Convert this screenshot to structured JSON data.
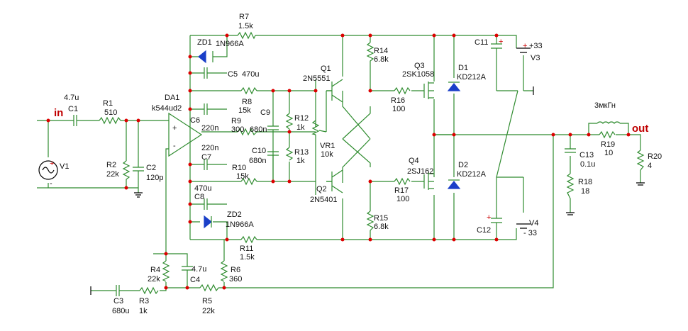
{
  "ports": {
    "input": "in",
    "output": "out"
  },
  "components": {
    "R1": {
      "ref": "R1",
      "value": "510"
    },
    "R2": {
      "ref": "R2",
      "value": "22k"
    },
    "R3": {
      "ref": "R3",
      "value": "1k"
    },
    "R4": {
      "ref": "R4",
      "value": "22k"
    },
    "R5": {
      "ref": "R5",
      "value": "22k"
    },
    "R6": {
      "ref": "R6",
      "value": "360"
    },
    "R7": {
      "ref": "R7",
      "value": "1.5k"
    },
    "R8": {
      "ref": "R8",
      "value": "15k"
    },
    "R9": {
      "ref": "R9",
      "value": "300"
    },
    "R10": {
      "ref": "R10",
      "value": "15k"
    },
    "R11": {
      "ref": "R11",
      "value": "1.5k"
    },
    "R12": {
      "ref": "R12",
      "value": "1k"
    },
    "R13": {
      "ref": "R13",
      "value": "1k"
    },
    "R14": {
      "ref": "R14",
      "value": "6.8k"
    },
    "R15": {
      "ref": "R15",
      "value": "6.8k"
    },
    "R16": {
      "ref": "R16",
      "value": "100"
    },
    "R17": {
      "ref": "R17",
      "value": "100"
    },
    "R18": {
      "ref": "R18",
      "value": "18"
    },
    "R19": {
      "ref": "R19",
      "value": "10"
    },
    "R20": {
      "ref": "R20",
      "value": "4"
    },
    "VR1": {
      "ref": "VR1",
      "value": "10k"
    },
    "C1": {
      "ref": "C1",
      "value": "4.7u"
    },
    "C2": {
      "ref": "C2",
      "value": "120p"
    },
    "C3": {
      "ref": "C3",
      "value": "680u"
    },
    "C4": {
      "ref": "C4",
      "value": "4.7u"
    },
    "C5": {
      "ref": "C5",
      "value": "470u"
    },
    "C6": {
      "ref": "C6",
      "value": "220n"
    },
    "C7": {
      "ref": "C7",
      "value": "220n"
    },
    "C8": {
      "ref": "C8",
      "value": "470u"
    },
    "C9": {
      "ref": "C9",
      "value": "680n"
    },
    "C10": {
      "ref": "C10",
      "value": "680n"
    },
    "C11": {
      "ref": "C11",
      "value": ""
    },
    "C12": {
      "ref": "C12",
      "value": ""
    },
    "C13": {
      "ref": "C13",
      "value": "0.1u"
    },
    "L1": {
      "ref": "",
      "value": "3мкГн"
    },
    "ZD1": {
      "ref": "ZD1",
      "value": "1N966A"
    },
    "ZD2": {
      "ref": "ZD2",
      "value": "1N966A"
    },
    "D1": {
      "ref": "D1",
      "value": "KD212A"
    },
    "D2": {
      "ref": "D2",
      "value": "KD212A"
    },
    "Q1": {
      "ref": "Q1",
      "value": "2N5551"
    },
    "Q2": {
      "ref": "Q2",
      "value": "2N5401"
    },
    "Q3": {
      "ref": "Q3",
      "value": "2SK1058"
    },
    "Q4": {
      "ref": "Q4",
      "value": "2SJ162"
    },
    "DA1": {
      "ref": "DA1",
      "value": "k544ud2"
    },
    "V1": {
      "ref": "V1",
      "value": ""
    },
    "V3": {
      "ref": "V3",
      "value": "+33"
    },
    "V4": {
      "ref": "V4",
      "value": "- 33"
    }
  },
  "symbols": {
    "plus": "+",
    "minus": "-"
  }
}
